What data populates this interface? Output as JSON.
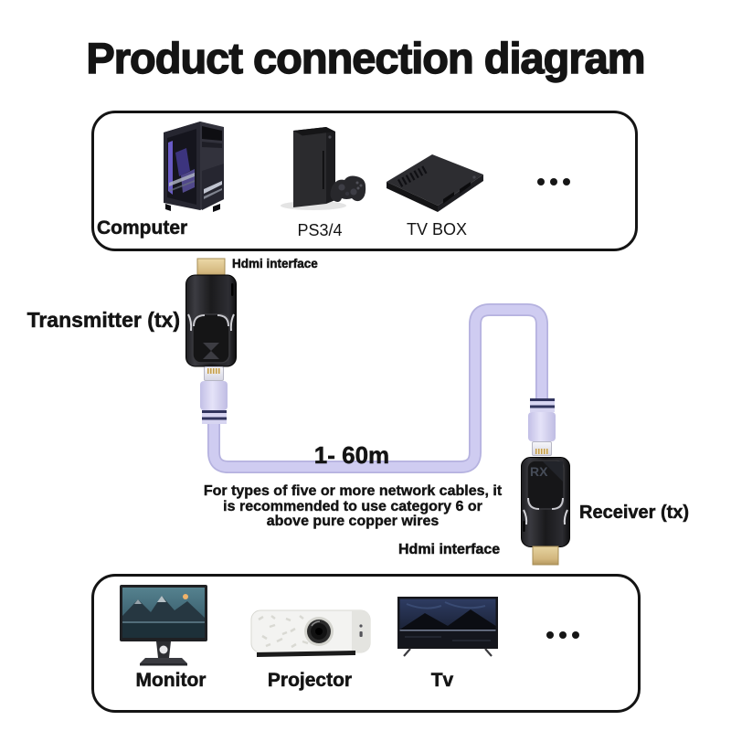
{
  "title": "Product connection diagram",
  "source_box": {
    "items": [
      {
        "label": "Computer",
        "icon": "computer-tower"
      },
      {
        "label": "PS3/4",
        "icon": "game-console"
      },
      {
        "label": "TV BOX",
        "icon": "tv-box"
      },
      {
        "label": "more-devices",
        "icon": "ellipsis"
      }
    ]
  },
  "transmitter": {
    "label": "Transmitter (tx)",
    "hdmi_label": "Hdmi interface"
  },
  "cable": {
    "distance_label": "1- 60m",
    "note_lines": [
      "For types of five or more network cables, it",
      "is recommended to use category 6 or",
      "above pure copper wires"
    ]
  },
  "receiver": {
    "label": "Receiver (tx)",
    "hdmi_label": "Hdmi interface",
    "device_mark": "RX"
  },
  "display_box": {
    "items": [
      {
        "label": "Monitor",
        "icon": "monitor"
      },
      {
        "label": "Projector",
        "icon": "projector"
      },
      {
        "label": "Tv",
        "icon": "television"
      },
      {
        "label": "more-devices",
        "icon": "ellipsis"
      }
    ]
  },
  "colors": {
    "cable": "#c9c6ec",
    "cable_stripe": "#32355e",
    "hdmi_gold": "#d9c28d",
    "outline": "#141414"
  }
}
